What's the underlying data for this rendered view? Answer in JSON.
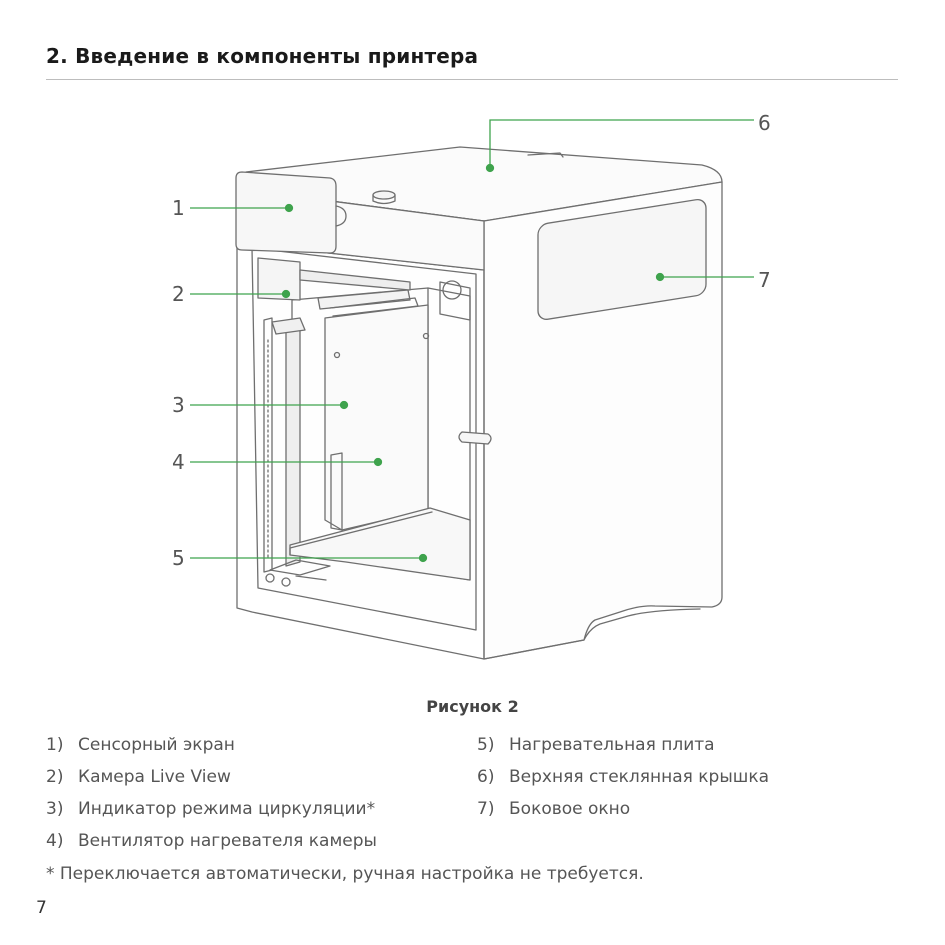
{
  "page": {
    "title": "2. Введение в компоненты принтера",
    "page_number": "7"
  },
  "figure": {
    "caption": "Рисунок 2",
    "accent_color": "#3fa34d",
    "callouts": [
      {
        "number": "1",
        "target": "touch-screen"
      },
      {
        "number": "2",
        "target": "live-view-camera"
      },
      {
        "number": "3",
        "target": "circulation-indicator"
      },
      {
        "number": "4",
        "target": "chamber-heater-fan"
      },
      {
        "number": "5",
        "target": "heated-bed"
      },
      {
        "number": "6",
        "target": "top-glass-lid"
      },
      {
        "number": "7",
        "target": "side-window"
      }
    ]
  },
  "legend": {
    "items": [
      {
        "num": "1)",
        "label": "Сенсорный экран"
      },
      {
        "num": "2)",
        "label": "Камера Live View"
      },
      {
        "num": "3)",
        "label": "Индикатор режима циркуляции*"
      },
      {
        "num": "4)",
        "label": "Вентилятор нагревателя камеры"
      },
      {
        "num": "5)",
        "label": "Нагревательная плита"
      },
      {
        "num": "6)",
        "label": "Верхняя стеклянная крышка"
      },
      {
        "num": "7)",
        "label": "Боковое окно"
      }
    ],
    "footnote": "* Переключается автоматически, ручная настройка не требуется."
  }
}
